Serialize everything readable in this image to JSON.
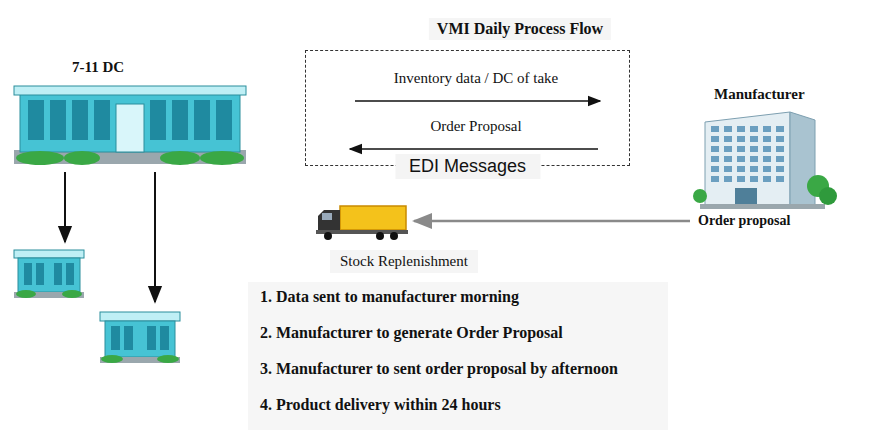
{
  "diagram": {
    "title": "VMI Daily Process Flow",
    "nodes": [
      {
        "text": [
          "7-11 DC"
        ]
      },
      {
        "text": [
          "Manufacturer",
          "Order proposal"
        ]
      },
      {
        "text": [
          "EDI Messages"
        ]
      },
      {
        "text": [
          "Stock Replenishment"
        ]
      },
      {
        "text": [
          "1. Data sent to manufacturer morning",
          "2. Manufacturer to generate Order Proposal",
          "3. Manufacturer to sent order proposal by afternoon",
          "4. Product delivery within 24 hours"
        ]
      }
    ],
    "edges": [
      {
        "from": 1,
        "to": 3,
        "arrow": "to"
      }
    ],
    "labels": [
      "Inventory data / DC of take",
      "Order Proposal"
    ]
  }
}
